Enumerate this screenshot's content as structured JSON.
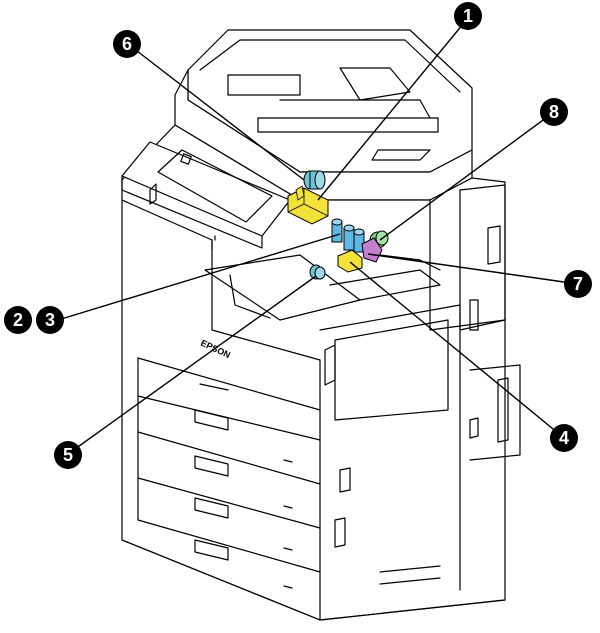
{
  "diagram": {
    "device_brand_mark": "EPSON",
    "callouts": [
      {
        "id": "callout-1",
        "label": "1",
        "part_color": "#f2e23a"
      },
      {
        "id": "callout-2",
        "label": "2",
        "part_color": "#5fb9e6"
      },
      {
        "id": "callout-3",
        "label": "3",
        "part_color": "#5fb9e6"
      },
      {
        "id": "callout-4",
        "label": "4",
        "part_color": "#f2e23a"
      },
      {
        "id": "callout-5",
        "label": "5",
        "part_color": "#6fc3d6"
      },
      {
        "id": "callout-6",
        "label": "6",
        "part_color": "#6fc3d6"
      },
      {
        "id": "callout-7",
        "label": "7",
        "part_color": "#c47fd0"
      },
      {
        "id": "callout-8",
        "label": "8",
        "part_color": "#7ed37e"
      }
    ]
  }
}
